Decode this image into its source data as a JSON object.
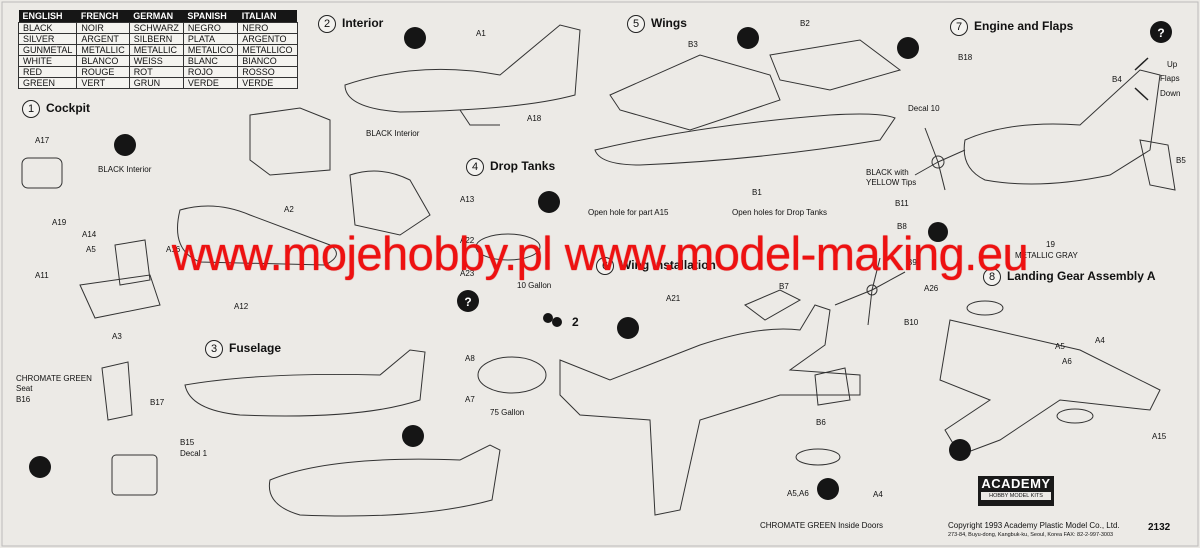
{
  "color_table": {
    "headers": [
      "ENGLISH",
      "FRENCH",
      "GERMAN",
      "SPANISH",
      "ITALIAN"
    ],
    "rows": [
      [
        "BLACK",
        "NOIR",
        "SCHWARZ",
        "NEGRO",
        "NERO"
      ],
      [
        "SILVER",
        "ARGENT",
        "SILBERN",
        "PLATA",
        "ARGENTO"
      ],
      [
        "GUNMETAL",
        "METALLIC",
        "METALLIC",
        "METALICO",
        "METALLICO"
      ],
      [
        "WHITE",
        "BLANCO",
        "WEISS",
        "BLANC",
        "BIANCO"
      ],
      [
        "RED",
        "ROUGE",
        "ROT",
        "ROJO",
        "ROSSO"
      ],
      [
        "GREEN",
        "VERT",
        "GRUN",
        "VERDE",
        "VERDE"
      ]
    ]
  },
  "steps": {
    "s1": {
      "num": "1",
      "title": "Cockpit"
    },
    "s2": {
      "num": "2",
      "title": "Interior"
    },
    "s3": {
      "num": "3",
      "title": "Fuselage"
    },
    "s4": {
      "num": "4",
      "title": "Drop Tanks"
    },
    "s5": {
      "num": "5",
      "title": "Wings"
    },
    "s6": {
      "num": "6",
      "title": "Wing Installation"
    },
    "s7": {
      "num": "7",
      "title": "Engine and Flaps"
    },
    "s8": {
      "num": "8",
      "title": "Landing Gear Assembly A"
    }
  },
  "labels": {
    "a17": "A17",
    "black_interior_1": "BLACK Interior",
    "a19": "A19",
    "a14": "A14",
    "a15_1": "A5",
    "a11": "A11",
    "a3": "A3",
    "a2": "A2",
    "a12": "A12",
    "a16": "A16",
    "a1": "A1",
    "a18": "A18",
    "black_interior_2": "BLACK Interior",
    "chromate_seat": "CHROMATE GREEN",
    "seat": "Seat",
    "b16": "B16",
    "b17": "B17",
    "b15": "B15",
    "decal1": "Decal 1",
    "a13": "A13",
    "a22": "A22",
    "a23": "A23",
    "gal10": "10 Gallon",
    "a8": "A8",
    "a7": "A7",
    "gal75": "75 Gallon",
    "qty2": "2",
    "b2": "B2",
    "b3": "B3",
    "b1": "B1",
    "hole_a15": "Open hole for part A15",
    "holes_tanks": "Open holes for Drop Tanks",
    "a21": "A21",
    "b7": "B7",
    "b6": "B6",
    "a5a6": "A5,A6",
    "a4_1": "A4",
    "chromate_doors": "CHROMATE GREEN Inside Doors",
    "b18": "B18",
    "b4": "B4",
    "b5": "B5",
    "decal10": "Decal 10",
    "black_yellow": "BLACK with",
    "yellow_tips": "YELLOW Tips",
    "b11": "B11",
    "b8": "B8",
    "b9": "B9",
    "a26": "A26",
    "b10": "B10",
    "b19": "19",
    "metallic_gray": "METALLIC GRAY",
    "up": "Up",
    "flaps": "Flaps",
    "down": "Down",
    "a4_2": "A4",
    "a5": "A5",
    "a6": "A6",
    "a15": "A15"
  },
  "watermark": "www.mojehobby.pl www.model-making.eu",
  "logo": {
    "name": "ACADEMY",
    "sub": "HOBBY MODEL KITS"
  },
  "copyright": "Copyright 1993 Academy Plastic Model Co., Ltd.",
  "address": "273-84, Buyu-dong, Kangbuk-ku, Seoul, Korea   FAX: 82-2-997-3003",
  "kit_number": "2132",
  "colors": {
    "background": "#eceae6",
    "watermark": "#ee1111",
    "ink": "#111111"
  }
}
